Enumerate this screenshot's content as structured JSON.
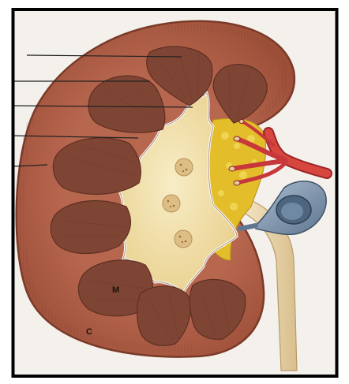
{
  "figure": {
    "labels": {
      "medulla": "M",
      "cortex": "C"
    },
    "leader_line_count": 5,
    "colors": {
      "cortex": "#b2614b",
      "cortex_rim": "#8f4533",
      "pyramid": "#7e4535",
      "pelvis": "#f1dfa2",
      "fat": "#e6c22c",
      "artery": "#c8383a",
      "vein": "#7f95ad",
      "ureter": "#ecd9b2",
      "frame": "#000000",
      "background": "#f4f1ec"
    }
  }
}
